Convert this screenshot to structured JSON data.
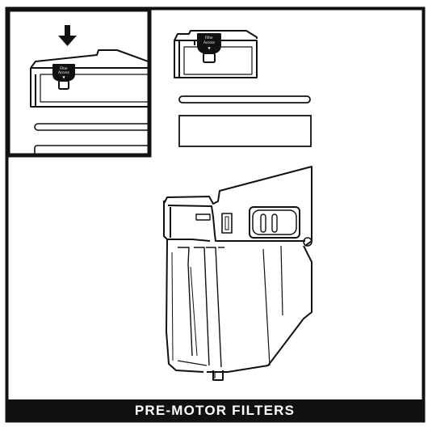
{
  "caption": {
    "label": "PRE-MOTOR FILTERS"
  },
  "inset": {
    "arrow_icon": "down-arrow-icon"
  },
  "filter_housing": {
    "access_label_line1": "Filter",
    "access_label_line2": "Access",
    "access_arrow": "▼"
  },
  "parts": {
    "foam_filter": "rectangle",
    "felt_filter": "thin-strip"
  },
  "colors": {
    "line": "#111111",
    "background": "#ffffff",
    "caption_bg": "#111111",
    "caption_text": "#ffffff"
  }
}
